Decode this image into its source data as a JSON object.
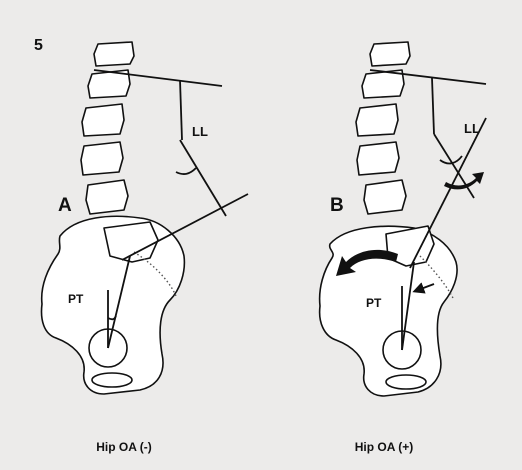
{
  "figure": {
    "number": "5",
    "colors": {
      "background": "#ecebea",
      "ink": "#111111",
      "bone_fill": "#ffffff"
    },
    "panels": [
      {
        "letter": "A",
        "lumbar_lordosis_label": "LL",
        "pelvic_tilt_label": "PT",
        "caption": "Hip OA (-)"
      },
      {
        "letter": "B",
        "lumbar_lordosis_label": "LL",
        "pelvic_tilt_label": "PT",
        "caption": "Hip OA (+)",
        "icons": [
          "curved-arrow-icon",
          "large-curved-arrow-icon",
          "small-arrow-icon"
        ]
      }
    ]
  }
}
